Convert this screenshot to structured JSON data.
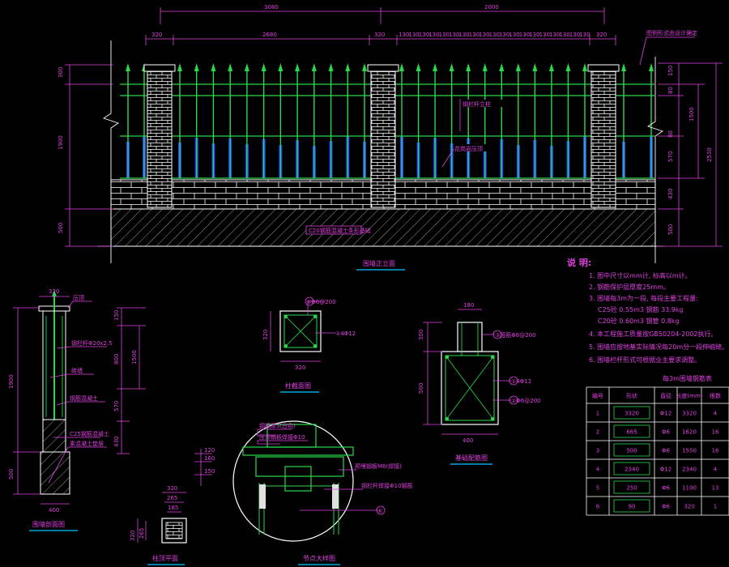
{
  "colors": {
    "background": "#000000",
    "dimension": "#e040e0",
    "fence": "#29d94a",
    "brick": "#ffffff",
    "glass": "#2b3cff",
    "caption_underline": "#00c8ff"
  },
  "elevation": {
    "top_dims": [
      "3080",
      "2000"
    ],
    "second_dims": [
      "320",
      "2680",
      "320"
    ],
    "bar_spacing": "130",
    "left_dims": [
      "300",
      "1900",
      "500"
    ],
    "right_dims": [
      "150",
      "80",
      "1500",
      "80",
      "570",
      "430",
      "500"
    ],
    "right_total": "2530",
    "corner_note": "图例形式由设计确定",
    "inner_note_1": "钢栏杆立柱",
    "inner_note_2": "花岗岩压顶",
    "base_note": "C20钢筋混凝土条形基础",
    "caption": "围墙正立面"
  },
  "notes": {
    "heading": "说  明:",
    "lines": [
      "1. 图中尺寸以mm计, 标高以m计。",
      "2. 钢筋保护层厚度25mm。",
      "3. 围墙每3m为一段, 每段主要工程量:",
      "C25砼 0.55m3       钢筋 33.9kg",
      "C20砼 0.60m3       钢管 0.8kg",
      "4. 本工程施工质量按GB50204-2002执行。",
      "5. 围墙应按地基实际情况每20m分一段伸缩缝。",
      "6. 围墙栏杆形式可根据业主要求调整。"
    ]
  },
  "section": {
    "top_dim": "320",
    "left_dims": [
      "1900",
      "500"
    ],
    "bottom_dim": "400",
    "right_dims": [
      "150",
      "800",
      "570",
      "430"
    ],
    "right_total": "1500",
    "labels": [
      "压顶",
      "钢栏杆Φ20x2.5",
      "砖墙",
      "钢筋混凝土",
      "C25钢筋混凝土",
      "素混凝土垫层"
    ],
    "caption": "围墙剖面图"
  },
  "column_section": {
    "label_1": "⑤Φ6@200",
    "label_2": "①4Φ12",
    "width_dim": "320",
    "height_dim": "320",
    "caption": "柱截面图"
  },
  "footing": {
    "top_dim": "180",
    "left_dims": [
      "300",
      "500"
    ],
    "bottom_dim": "400",
    "label_3": "③箍筋Φ6@200",
    "label_1": "①4Φ12",
    "label_2": "②Φ6@200",
    "caption": "基础配筋图"
  },
  "detail": {
    "labels": [
      "钢板厚5(白色)",
      "压顶钢板焊接Φ10",
      "预埋钢板M6(焊接)",
      "钢栏杆焊接Φ10钢筋",
      "⑥"
    ],
    "left_dims": [
      "120",
      "160",
      "150"
    ],
    "caption": "节点大样图"
  },
  "small_plan": {
    "top_dims": [
      "320",
      "265"
    ],
    "inner_dim": "185",
    "left_dims": [
      "320",
      "265"
    ],
    "caption": "柱顶平面"
  },
  "rebar_table": {
    "title": "每3m围墙钢筋表",
    "headers": [
      "编号",
      "形状",
      "直径",
      "长度(mm)",
      "根数"
    ],
    "rows": [
      {
        "no": "1",
        "shape": "3320",
        "dia": "Φ12",
        "len": "3320",
        "qty": "4"
      },
      {
        "no": "2",
        "shape": "665",
        "dia": "Φ6",
        "len": "1620",
        "qty": "16"
      },
      {
        "no": "3",
        "shape": "500",
        "dia": "Φ6",
        "len": "1550",
        "qty": "16"
      },
      {
        "no": "4",
        "shape": "2340",
        "dia": "Φ12",
        "len": "2340",
        "qty": "4"
      },
      {
        "no": "5",
        "shape": "250",
        "dia": "Φ6",
        "len": "1100",
        "qty": "13"
      },
      {
        "no": "6",
        "shape": "90",
        "dia": "Φ6",
        "len": "320",
        "qty": "1"
      }
    ]
  }
}
